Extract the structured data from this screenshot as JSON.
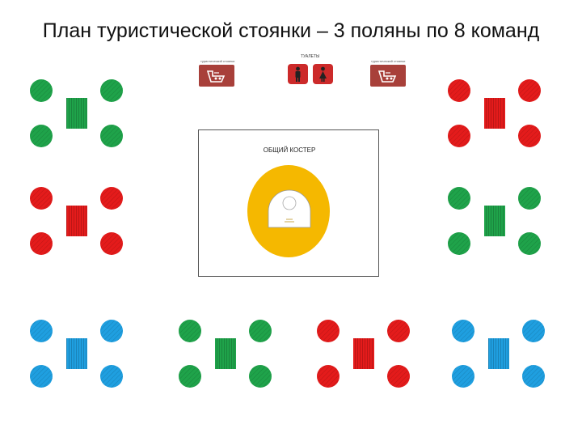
{
  "title": "План туристической стоянки – 3 поляны по 8 команд",
  "signs": {
    "left_caption": "туристический стоянки",
    "right_caption": "туристический стоянки",
    "wc_caption": "ТУАЛЕТЫ",
    "sign_color": "#a8403a",
    "wc_color": "#cc2a2a"
  },
  "campfire": {
    "label": "ОБЩИЙ КОСТЕР",
    "fire_color": "#f5b800"
  },
  "colors": {
    "green": "#1fa34a",
    "red": "#e41b1b",
    "blue": "#1f9fe0"
  },
  "teams": [
    {
      "id": "top-left-1",
      "color": "green"
    },
    {
      "id": "top-left-2",
      "color": "red"
    },
    {
      "id": "top-right-1",
      "color": "red"
    },
    {
      "id": "top-right-2",
      "color": "green"
    },
    {
      "id": "bottom-1",
      "color": "blue"
    },
    {
      "id": "bottom-2",
      "color": "green"
    },
    {
      "id": "bottom-3",
      "color": "red"
    },
    {
      "id": "bottom-4",
      "color": "blue"
    }
  ]
}
